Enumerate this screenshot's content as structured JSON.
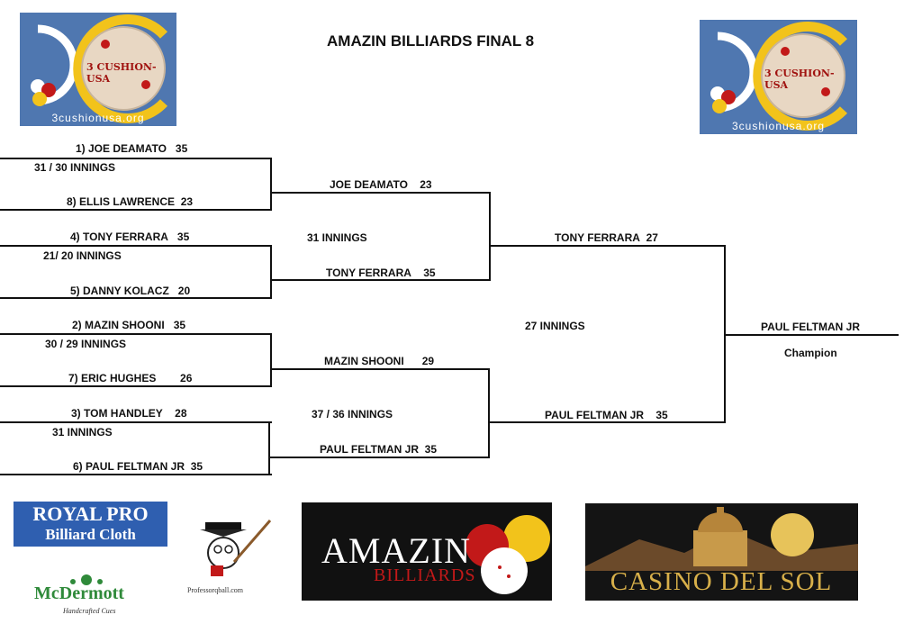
{
  "title": "AMAZIN BILLIARDS FINAL 8",
  "logos": {
    "three_cushion": {
      "badge": "3 CUSHION-USA",
      "url": "3cushionusa.org"
    },
    "royal_pro": {
      "line1": "ROYAL PRO",
      "line2": "Billiard Cloth"
    },
    "mcdermott": {
      "name": "McDermott",
      "tagline": "Handcrafted Cues"
    },
    "professor": {
      "text": "Professorqball.com"
    },
    "amazin": {
      "word": "AMAZIN",
      "sub": "BILLIARDS"
    },
    "casino": {
      "name": "CASINO DEL SOL"
    }
  },
  "round1": [
    {
      "seed_player": "1)  JOE DEAMATO",
      "score": "35",
      "innings": "31 / 30 INNINGS"
    },
    {
      "seed_player": "8) ELLIS LAWRENCE",
      "score": "23"
    },
    {
      "seed_player": "4) TONY FERRARA",
      "score": "35",
      "innings": "21/ 20 INNINGS"
    },
    {
      "seed_player": "5) DANNY KOLACZ",
      "score": "20"
    },
    {
      "seed_player": "2)  MAZIN SHOONI",
      "score": "35",
      "innings": "30 / 29 INNINGS"
    },
    {
      "seed_player": "7) ERIC HUGHES",
      "score": "26"
    },
    {
      "seed_player": "3) TOM HANDLEY",
      "score": "28",
      "innings": "31 INNINGS"
    },
    {
      "seed_player": "6) PAUL FELTMAN JR",
      "score": "35"
    }
  ],
  "round2": [
    {
      "player": "JOE DEAMATO",
      "score": "23"
    },
    {
      "player": "TONY FERRARA",
      "score": "35"
    },
    {
      "player": "MAZIN SHOONI",
      "score": "29"
    },
    {
      "player": "PAUL FELTMAN JR",
      "score": "35"
    }
  ],
  "round2_innings": [
    "31 INNINGS",
    "37 / 36 INNINGS"
  ],
  "round3": [
    {
      "player": "TONY FERRARA",
      "score": "27"
    },
    {
      "player": "PAUL FELTMAN JR",
      "score": "35"
    }
  ],
  "round3_innings": "27 INNINGS",
  "champion": {
    "name": "PAUL FELTMAN JR",
    "label": "Champion"
  },
  "colors": {
    "logo_blue": "#4f77b0",
    "cloth_blue": "#2f5fb0",
    "ball_yellow": "#f2c31b",
    "ball_red": "#c21919",
    "gold": "#d8b04a"
  }
}
